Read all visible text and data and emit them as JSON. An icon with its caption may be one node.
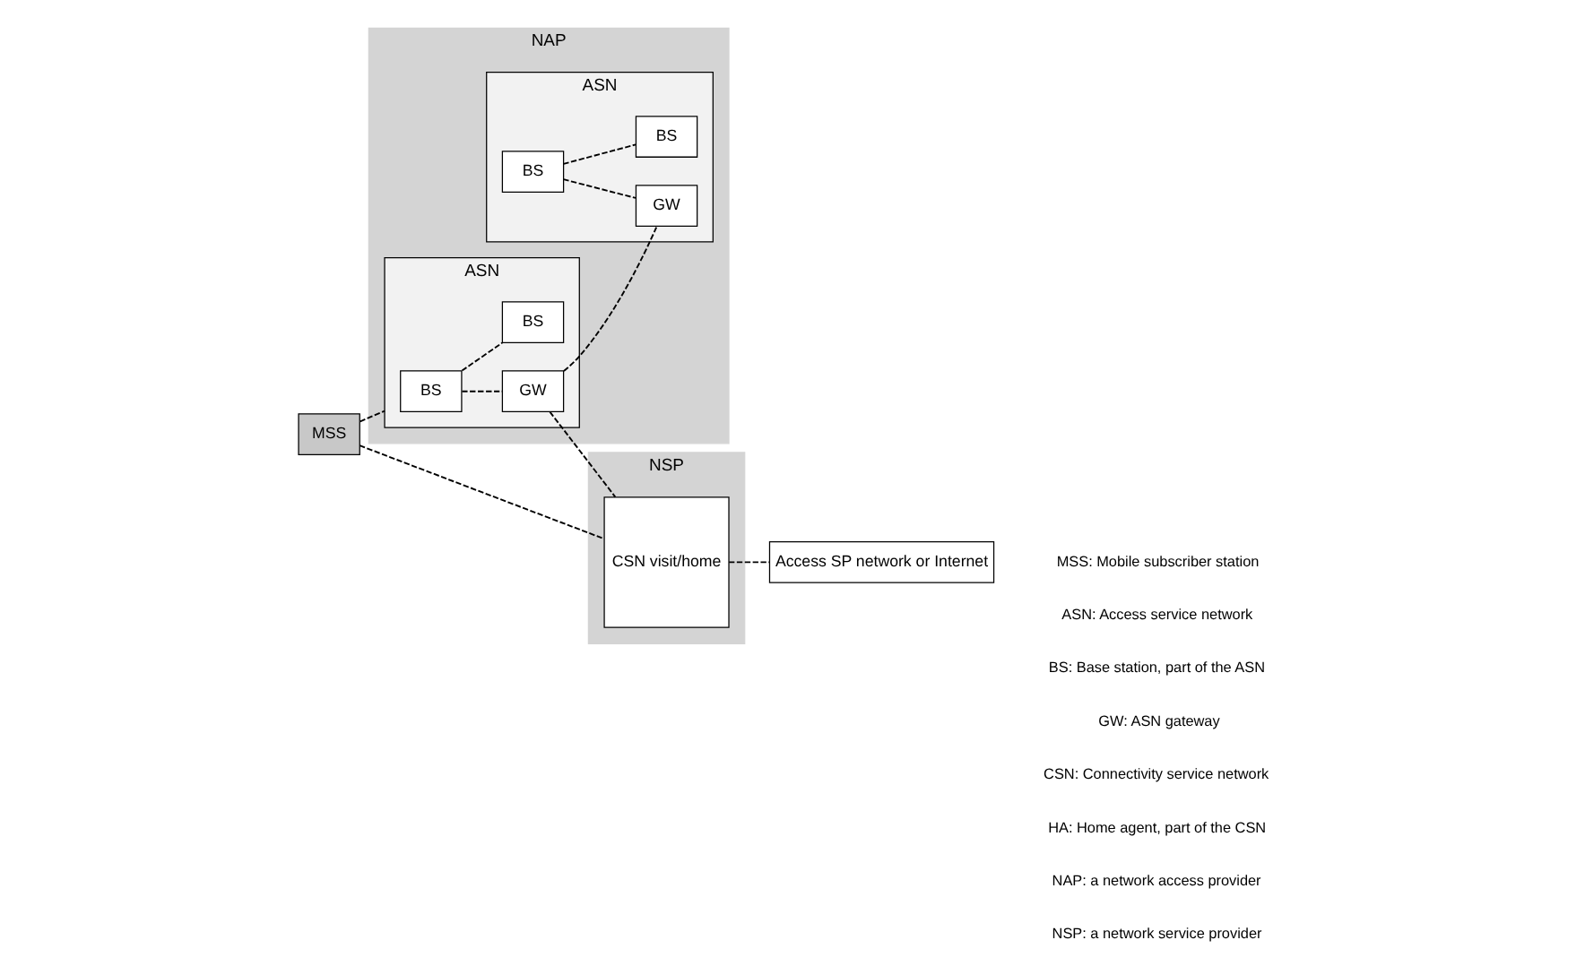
{
  "diagram": {
    "nodes": [
      {
        "text": [
          "NAP"
        ]
      },
      {
        "text": [
          "ASN"
        ],
        "in": 0
      },
      {
        "text": [
          "BS"
        ],
        "in": 1
      },
      {
        "text": [
          "GW"
        ],
        "in": 1
      },
      {
        "text": [
          "BS"
        ],
        "in": 1
      },
      {
        "text": [
          "ASN"
        ],
        "in": 0
      },
      {
        "text": [
          "BS"
        ],
        "in": 5
      },
      {
        "text": [
          "GW"
        ],
        "in": 5
      },
      {
        "text": [
          "BS"
        ],
        "in": 5
      },
      {
        "text": [
          "NSP"
        ]
      },
      {
        "text": [
          "CSN visit/home"
        ],
        "in": 9
      },
      {
        "text": [
          "MSS"
        ]
      },
      {
        "text": [
          "Access SP network or Internet"
        ]
      }
    ],
    "edges": [
      {
        "from": 11,
        "to": 10,
        "arrow": "none",
        "style": "dashed"
      },
      {
        "from": 11,
        "to": 1,
        "arrow": "none",
        "style": "dashed"
      },
      {
        "from": 2,
        "to": 3,
        "arrow": "none",
        "style": "dashed"
      },
      {
        "from": 2,
        "to": 4,
        "arrow": "none",
        "style": "dashed"
      },
      {
        "from": 3,
        "to": 10,
        "arrow": "none",
        "style": "dashed"
      },
      {
        "from": 3,
        "to": 7,
        "arrow": "none",
        "style": "dashed"
      },
      {
        "from": 6,
        "to": 7,
        "arrow": "none",
        "style": "dashed"
      },
      {
        "from": 6,
        "to": 8,
        "arrow": "none",
        "style": "dashed"
      },
      {
        "from": 10,
        "to": 12,
        "arrow": "none",
        "style": "dashed"
      }
    ],
    "labels": [
      "MSS: Mobile subscriber station",
      "ASN: Access service network",
      "BS: Base station, part of the ASN",
      "GW: ASN gateway",
      "CSN: Connectivity service network",
      "HA: Home agent, part of the CSN",
      "NAP: a network access provider",
      "NSP: a network service provider"
    ]
  }
}
